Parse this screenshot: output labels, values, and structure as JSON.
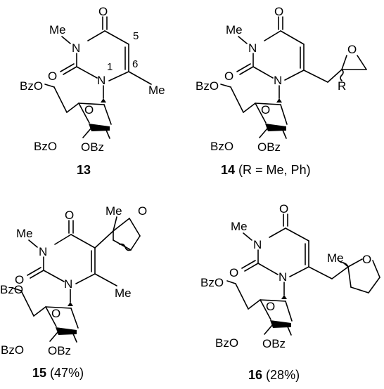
{
  "structures": [
    {
      "id": "13",
      "caption_number": "13",
      "caption_suffix": "",
      "labels": {
        "o4": "O",
        "n3": "N",
        "n3_me": "Me",
        "o2": "O",
        "n1": "N",
        "pos1": "1",
        "pos5": "5",
        "pos6": "6",
        "c6_me": "Me",
        "o_ring": "O",
        "o5": "BzO",
        "o3": "BzO",
        "o2p": "OBz"
      }
    },
    {
      "id": "14",
      "caption_number": "14",
      "caption_suffix": "(R = Me, Ph)",
      "labels": {
        "o4": "O",
        "n3": "N",
        "n3_me": "Me",
        "o2": "O",
        "n1": "N",
        "o_epox": "O",
        "r": "R",
        "o_ring": "O",
        "o5": "BzO",
        "o3": "BzO",
        "o2p": "OBz"
      }
    },
    {
      "id": "15",
      "caption_number": "15",
      "caption_suffix": "(47%)",
      "labels": {
        "o4": "O",
        "n3": "N",
        "n3_me": "Me",
        "o2": "O",
        "n1": "N",
        "c6_me": "Me",
        "me_thf": "Me",
        "o_thf": "O",
        "o_ring": "O",
        "o5": "BzO",
        "o3": "BzO",
        "o2p": "OBz"
      }
    },
    {
      "id": "16",
      "caption_number": "16",
      "caption_suffix": "(28%)",
      "labels": {
        "o4": "O",
        "n3": "N",
        "n3_me": "Me",
        "o2": "O",
        "n1": "N",
        "me_thf": "Me",
        "o_thf": "O",
        "o_ring": "O",
        "o5": "BzO",
        "o3": "BzO",
        "o2p": "OBz"
      }
    }
  ]
}
